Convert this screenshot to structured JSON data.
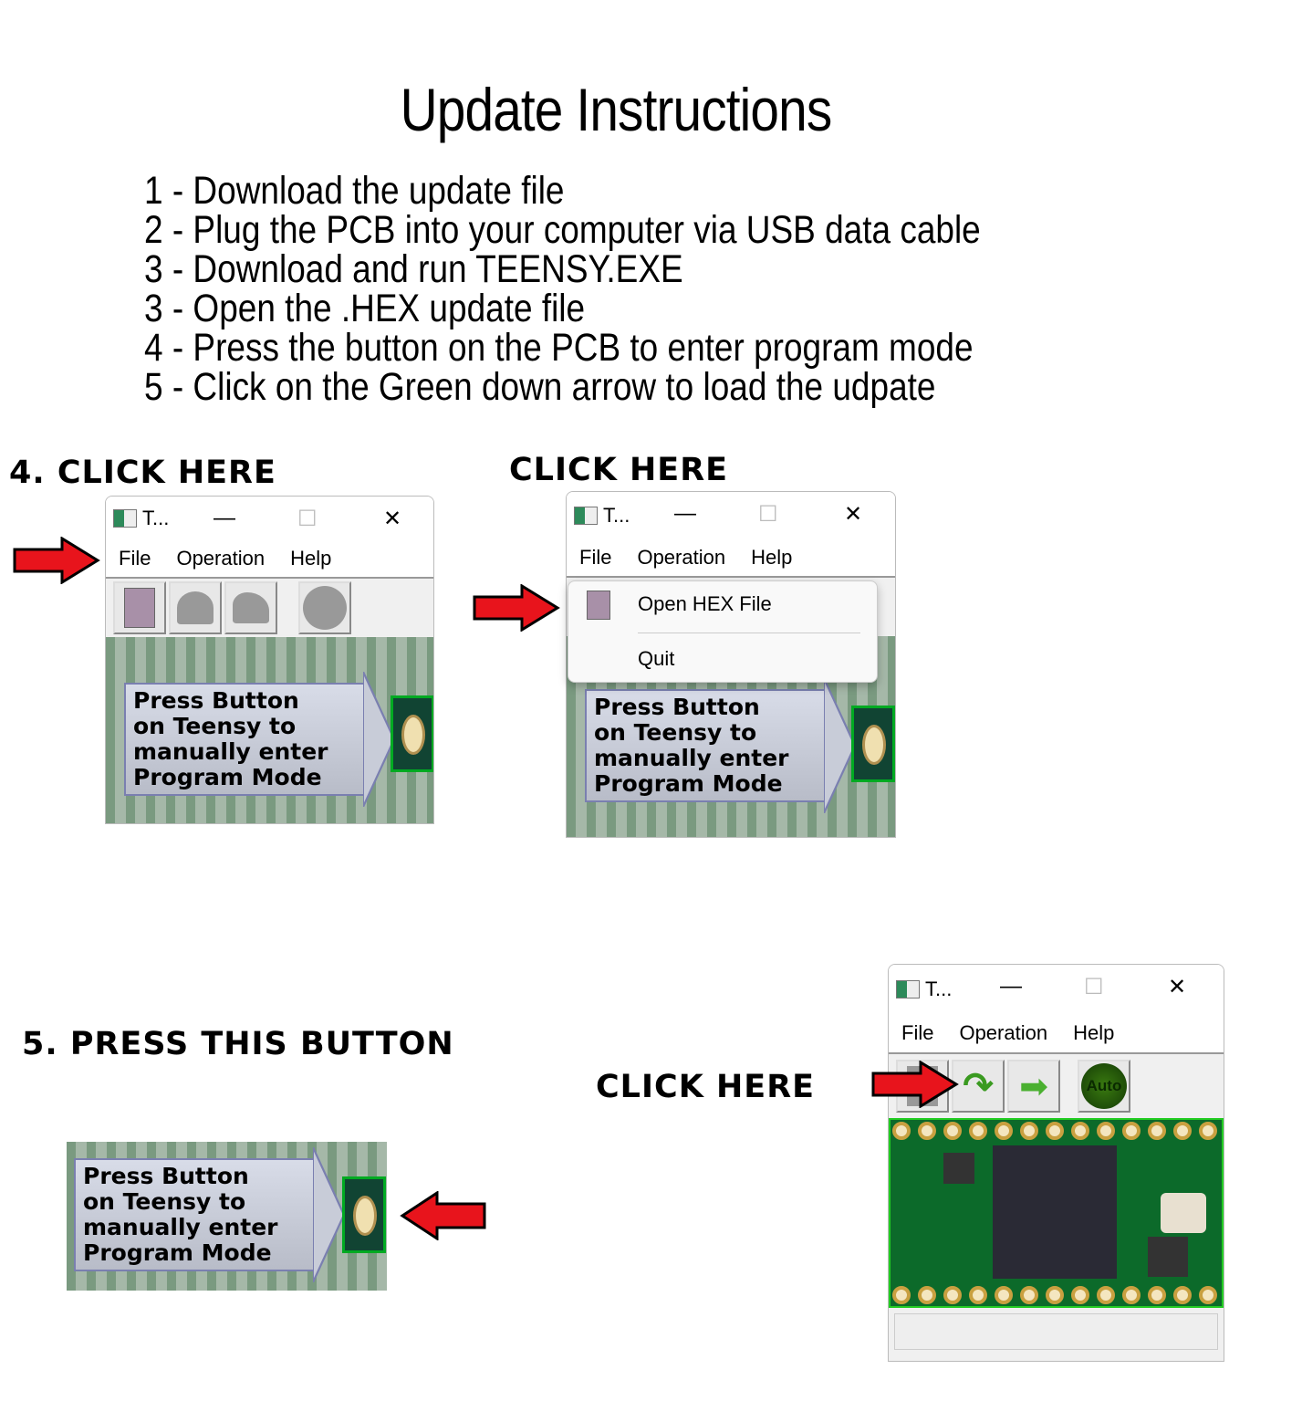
{
  "title": "Update Instructions",
  "steps": [
    "1 - Download the update file",
    "2 - Plug the PCB into your computer via USB data cable",
    "3 - Download and run TEENSY.EXE",
    "3 - Open the .HEX update file",
    "4 - Press the button on the PCB to enter program mode",
    "5 - Click on the Green down arrow to load the udpate"
  ],
  "labels": {
    "click4": "4. CLICK HERE",
    "click_menu": "CLICK HERE",
    "press": "5. PRESS THIS BUTTON",
    "click_arrow": "CLICK HERE"
  },
  "window": {
    "title": "T...",
    "menu": [
      "File",
      "Operation",
      "Help"
    ],
    "close": "✕",
    "minimize": "—",
    "maximize": "☐",
    "auto": "Auto"
  },
  "dropdown": {
    "items": [
      "Open HEX File",
      "Quit"
    ]
  },
  "press_button": {
    "lines": [
      "Press Button",
      "on Teensy to",
      "manually enter",
      "Program Mode"
    ]
  },
  "colors": {
    "arrow": "#e8141c",
    "pcb": "#0c6a2a"
  }
}
